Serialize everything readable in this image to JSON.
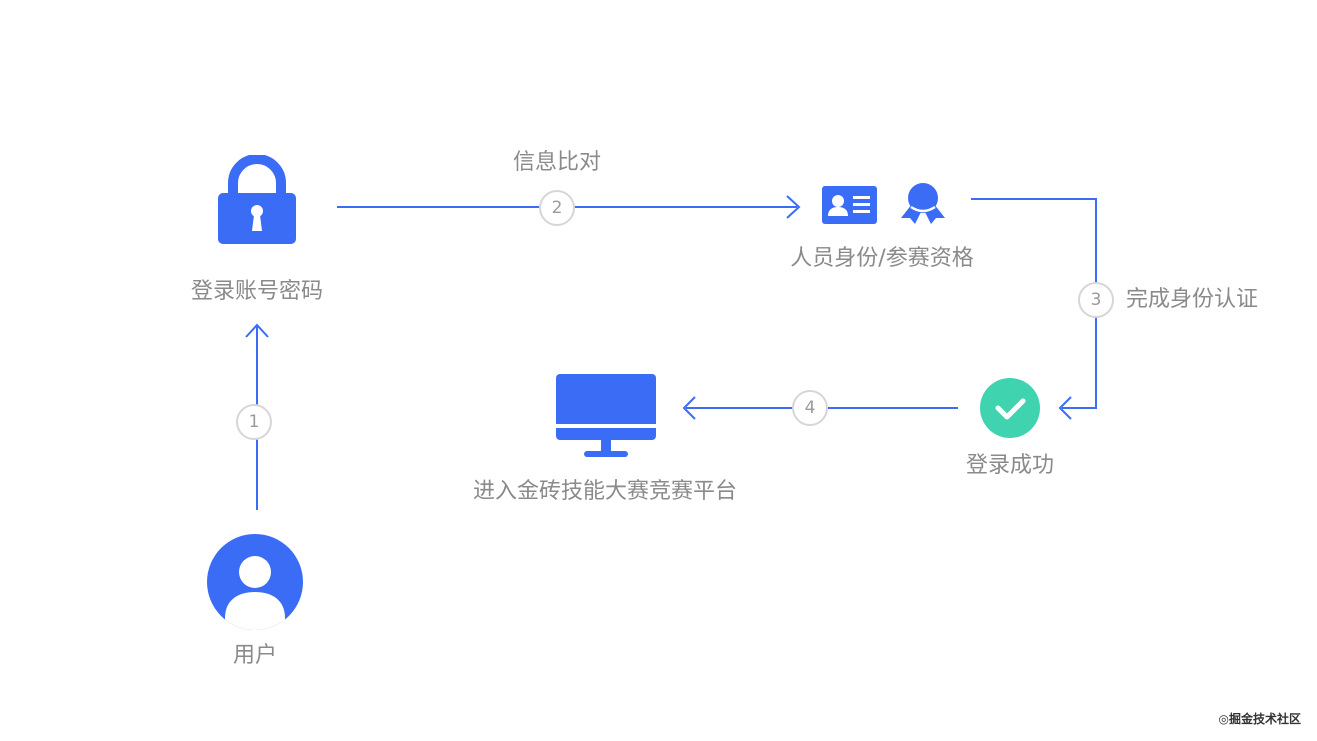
{
  "colors": {
    "accent": "#3b6cf6",
    "success": "#3fd3b0",
    "text": "#8a8a8a",
    "badge_border": "#d6d6d6"
  },
  "nodes": {
    "user": {
      "label": "用户",
      "icon": "user-avatar-icon"
    },
    "login": {
      "label": "登录账号密码",
      "icon": "lock-icon"
    },
    "verify": {
      "label": "人员身份/参赛资格",
      "icons": [
        "id-card-icon",
        "award-badge-icon"
      ]
    },
    "success": {
      "label": "登录成功",
      "icon": "check-circle-icon"
    },
    "platform": {
      "label": "进入金砖技能大赛竞赛平台",
      "icon": "monitor-icon"
    }
  },
  "steps": [
    {
      "number": "1",
      "caption": ""
    },
    {
      "number": "2",
      "caption": "信息比对"
    },
    {
      "number": "3",
      "caption": "完成身份认证"
    },
    {
      "number": "4",
      "caption": ""
    }
  ],
  "watermark": "◎掘金技术社区"
}
